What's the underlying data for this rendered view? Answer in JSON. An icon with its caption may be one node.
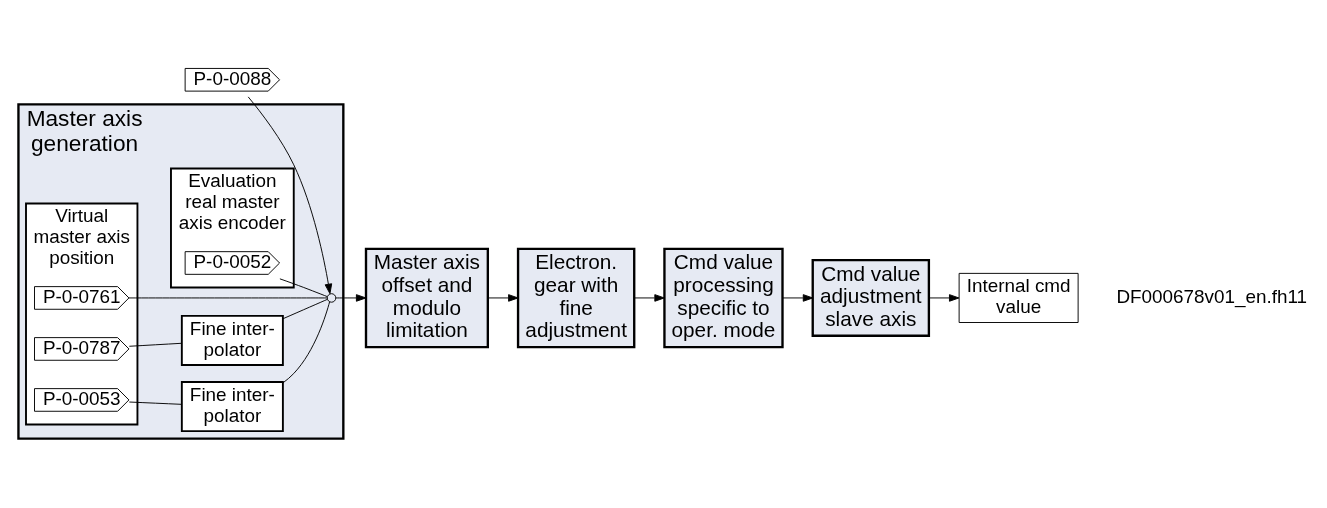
{
  "diagram": {
    "nodes": [
      {
        "text": [
          "Master axis generation"
        ]
      },
      {
        "text": [
          "Evaluation real master axis encoder"
        ],
        "in": 0
      },
      {
        "text": [
          "P-0-0052"
        ],
        "in": 1
      },
      {
        "text": [
          "Virtual master axis position"
        ],
        "in": 0
      },
      {
        "text": [
          "P-0-0053"
        ],
        "in": 3
      },
      {
        "text": [
          "Fine inter- polator"
        ],
        "in": 0
      },
      {
        "text": [
          "P-0-0787"
        ],
        "in": 3
      },
      {
        "text": [
          "Fine inter- polator"
        ],
        "in": 0
      },
      {
        "text": [
          "P-0-0761"
        ],
        "in": 3
      },
      {
        "text": [],
        "shape": "circle",
        "in": 0
      },
      {
        "text": [
          "P-0-0088"
        ]
      },
      {
        "text": [
          "Master axis offset and modulo limitation"
        ]
      },
      {
        "text": [
          "Electron. gear with fine adjustment"
        ]
      },
      {
        "text": [
          "Cmd value processing specific to oper. mode"
        ]
      },
      {
        "text": [
          "Cmd value adjustment slave axis"
        ]
      },
      {
        "text": [
          "Internal cmd value"
        ]
      }
    ],
    "edges": [
      {
        "from": 2,
        "to": 9,
        "arrow": "none"
      },
      {
        "from": 4,
        "to": 5,
        "arrow": "none"
      },
      {
        "from": 5,
        "to": 9,
        "arrow": "none"
      },
      {
        "from": 6,
        "to": 7,
        "arrow": "none"
      },
      {
        "from": 7,
        "to": 9,
        "arrow": "none"
      },
      {
        "from": 8,
        "to": 9,
        "arrow": "none"
      },
      {
        "from": 10,
        "to": 9,
        "arrow": "to"
      },
      {
        "from": 9,
        "to": 11,
        "arrow": "to"
      },
      {
        "from": 11,
        "to": 12,
        "arrow": "to"
      },
      {
        "from": 12,
        "to": 13,
        "arrow": "to"
      },
      {
        "from": 13,
        "to": 14,
        "arrow": "to"
      },
      {
        "from": 14,
        "to": 15,
        "arrow": "to"
      }
    ],
    "labels": [
      "DF000678v01_en.fh11"
    ]
  }
}
